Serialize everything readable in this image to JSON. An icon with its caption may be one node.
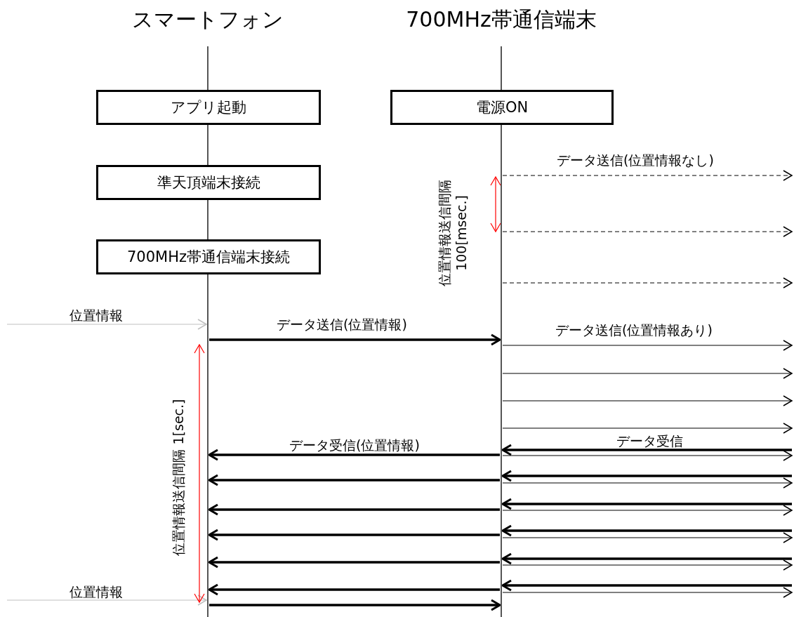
{
  "diagram": {
    "nodes": [
      {
        "text": [
          "スマートフォン"
        ]
      },
      {
        "text": [
          "700MHz帯通信端末"
        ]
      },
      {
        "text": [],
        "shape": "bar"
      },
      {
        "text": [],
        "shape": "bar"
      },
      {
        "text": [
          "アプリ起動"
        ]
      },
      {
        "text": [
          "電源ON"
        ]
      },
      {
        "text": [
          "準天頂端末接続"
        ]
      },
      {
        "text": [
          "700MHz帯通信端末接続"
        ]
      }
    ],
    "edges": [
      {
        "from": 3,
        "to": null,
        "arrow": "to",
        "style": "dashed",
        "label": "データ送信(位置情報なし)"
      },
      {
        "from": 3,
        "to": null,
        "arrow": "to",
        "style": "dashed"
      },
      {
        "from": 3,
        "to": null,
        "arrow": "to",
        "style": "dashed"
      },
      {
        "from": null,
        "to": 2,
        "arrow": "to",
        "color": "#bfbfbf",
        "label": "位置情報"
      },
      {
        "from": 2,
        "to": 3,
        "arrow": "to",
        "style": "thick",
        "label": "データ送信(位置情報)"
      },
      {
        "from": 3,
        "to": null,
        "arrow": "to",
        "label": "データ送信(位置情報あり)"
      },
      {
        "from": 3,
        "to": null,
        "arrow": "to"
      },
      {
        "from": 3,
        "to": null,
        "arrow": "to"
      },
      {
        "from": 3,
        "to": null,
        "arrow": "to"
      },
      {
        "from": null,
        "to": 3,
        "arrow": "to",
        "style": "thick",
        "label": "データ受信"
      },
      {
        "from": 3,
        "to": null,
        "arrow": "to"
      },
      {
        "from": 3,
        "to": 2,
        "arrow": "to",
        "style": "thick",
        "label": "データ受信(位置情報)"
      },
      {
        "from": null,
        "to": 3,
        "arrow": "to",
        "style": "thick"
      },
      {
        "from": 3,
        "to": null,
        "arrow": "to"
      },
      {
        "from": 3,
        "to": 2,
        "arrow": "to",
        "style": "thick"
      },
      {
        "from": null,
        "to": 3,
        "arrow": "to",
        "style": "thick"
      },
      {
        "from": 3,
        "to": null,
        "arrow": "to"
      },
      {
        "from": 3,
        "to": 2,
        "arrow": "to",
        "style": "thick"
      },
      {
        "from": null,
        "to": 3,
        "arrow": "to",
        "style": "thick"
      },
      {
        "from": 3,
        "to": null,
        "arrow": "to"
      },
      {
        "from": 3,
        "to": 2,
        "arrow": "to",
        "style": "thick"
      },
      {
        "from": null,
        "to": 3,
        "arrow": "to",
        "style": "thick"
      },
      {
        "from": 3,
        "to": null,
        "arrow": "to"
      },
      {
        "from": 3,
        "to": 2,
        "arrow": "to",
        "style": "thick"
      },
      {
        "from": null,
        "to": 3,
        "arrow": "to",
        "style": "thick"
      },
      {
        "from": 3,
        "to": null,
        "arrow": "to"
      },
      {
        "from": 3,
        "to": 2,
        "arrow": "to",
        "style": "thick"
      },
      {
        "from": null,
        "to": 2,
        "arrow": "to",
        "color": "#bfbfbf",
        "label": "位置情報"
      },
      {
        "from": 2,
        "to": 3,
        "arrow": "to",
        "style": "thick"
      }
    ],
    "labels": [
      "位置情報送信間隔 100[msec.]",
      "位置情報送信間隔 1[sec.]"
    ]
  }
}
